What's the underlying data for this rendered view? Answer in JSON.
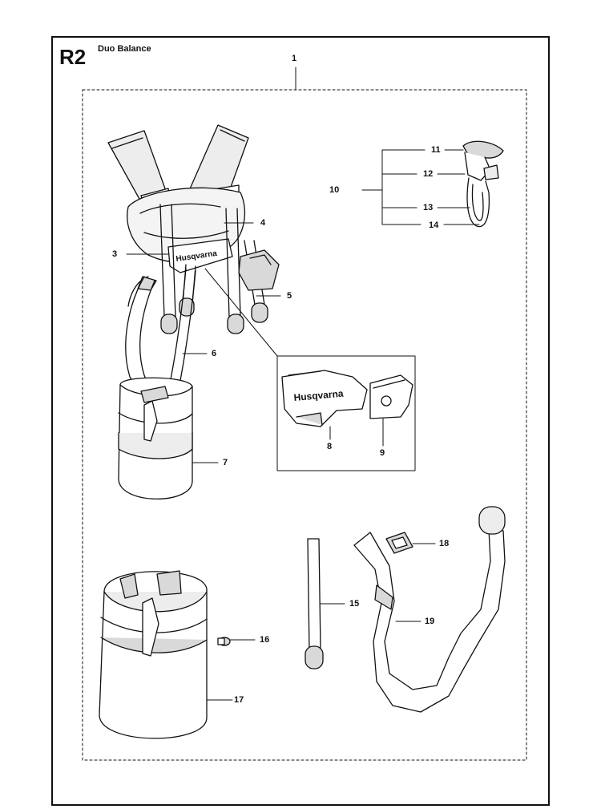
{
  "header": {
    "code": "R2",
    "title": "Duo Balance"
  },
  "callouts": [
    "1",
    "3",
    "4",
    "5",
    "6",
    "7",
    "8",
    "9",
    "10",
    "11",
    "12",
    "13",
    "14",
    "15",
    "16",
    "17",
    "18",
    "19"
  ],
  "colors": {
    "ink": "#111111",
    "shade": "#d9d9d9",
    "light": "#ededed"
  },
  "brand_text": "Husqvarna"
}
